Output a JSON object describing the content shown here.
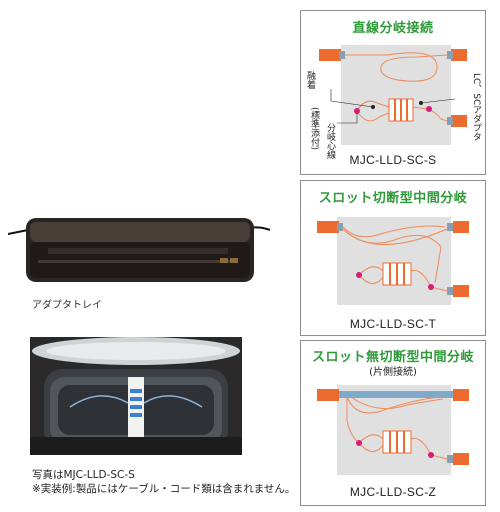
{
  "left": {
    "photo_top_caption": "アダプタトレイ",
    "photo_bottom_caption": "写真はMJC-LLD-SC-S",
    "photo_bottom_note": "※実装例:製品にはケーブル・コード類は含まれません。"
  },
  "panels": [
    {
      "title": "直線分岐接続",
      "caption": "MJC-LLD-SC-S",
      "label_fusion": "融着",
      "label_branch": "分岐心線",
      "label_standard": "(標準添付)",
      "label_adapter": "LC、SCアダプタ"
    },
    {
      "title": "スロット切断型中間分岐",
      "caption": "MJC-LLD-SC-T"
    },
    {
      "title": "スロット無切断型中間分岐",
      "subtitle": "(片側接続)",
      "caption": "MJC-LLD-SC-Z"
    }
  ],
  "colors": {
    "title_green": "#2f9a3a",
    "connector_orange": "#ee6b2f",
    "fiber_orange": "#f08a5a",
    "splice_magenta": "#d81b7b",
    "diagram_bg": "#e0e0e0",
    "cable_blue": "#7ea9c8"
  }
}
